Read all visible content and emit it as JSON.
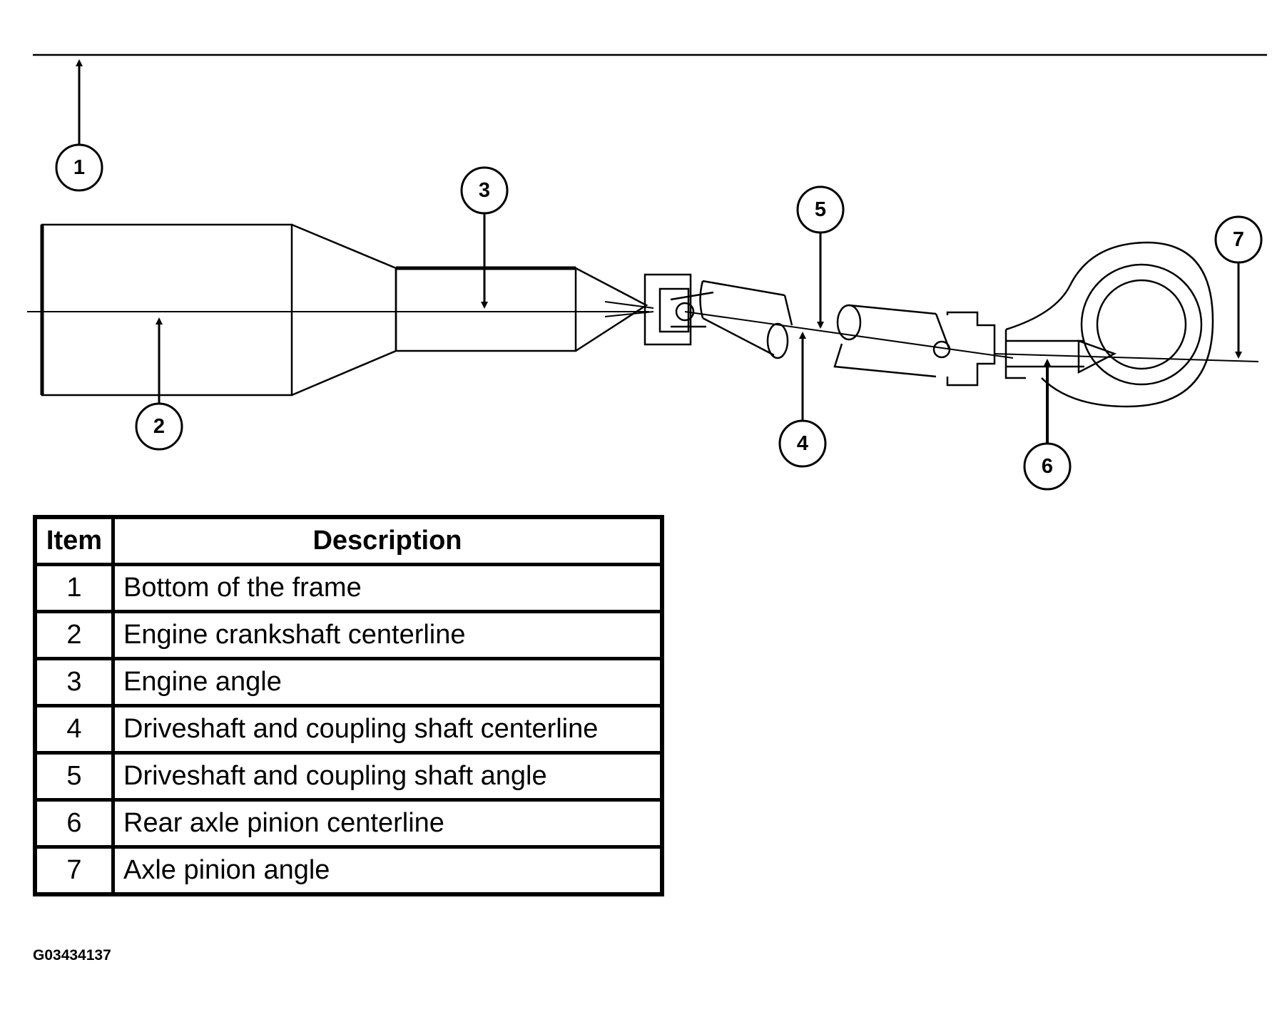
{
  "callouts": [
    "1",
    "2",
    "3",
    "4",
    "5",
    "6",
    "7"
  ],
  "table": {
    "header_item": "Item",
    "header_description": "Description",
    "rows": [
      {
        "item": "1",
        "description": "Bottom of the frame"
      },
      {
        "item": "2",
        "description": "Engine crankshaft centerline"
      },
      {
        "item": "3",
        "description": "Engine angle"
      },
      {
        "item": "4",
        "description": "Driveshaft and coupling shaft centerline"
      },
      {
        "item": "5",
        "description": "Driveshaft and coupling shaft angle"
      },
      {
        "item": "6",
        "description": "Rear axle pinion centerline"
      },
      {
        "item": "7",
        "description": "Axle pinion angle"
      }
    ]
  },
  "figure_code": "G03434137"
}
